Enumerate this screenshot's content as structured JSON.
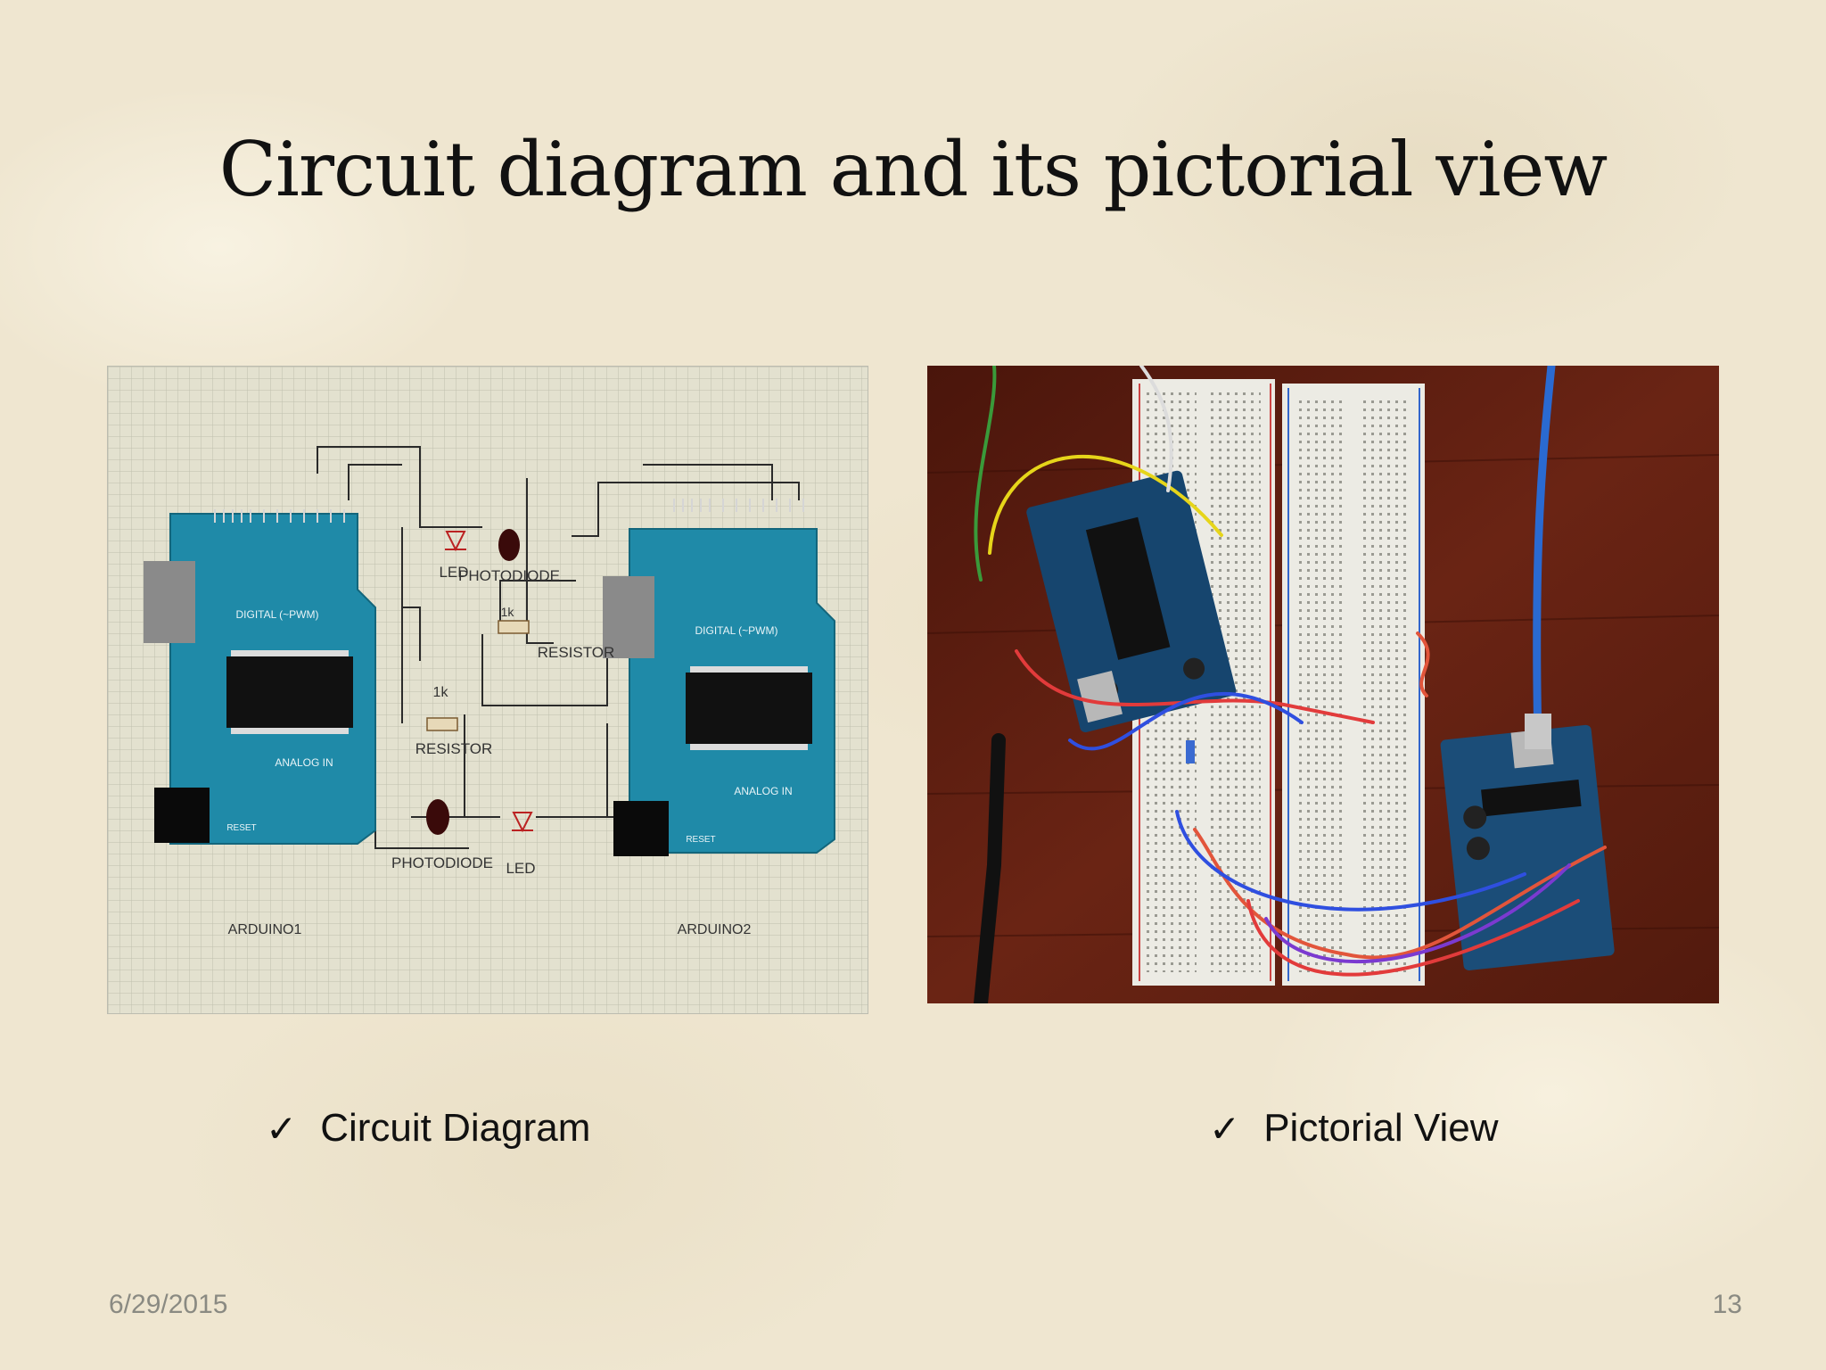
{
  "slide": {
    "title": "Circuit diagram and its pictorial view",
    "date": "6/29/2015",
    "page_number": "13"
  },
  "captions": [
    {
      "check": "✓",
      "text": "Circuit Diagram"
    },
    {
      "check": "✓",
      "text": "Pictorial View"
    }
  ],
  "schematic": {
    "board1": {
      "label": "ARDUINO1",
      "digital": "DIGITAL (~PWM)",
      "analog": "ANALOG IN",
      "reset": "RESET"
    },
    "board2": {
      "label": "ARDUINO2",
      "digital": "DIGITAL (~PWM)",
      "analog": "ANALOG IN",
      "reset": "RESET"
    },
    "components": {
      "led_top": "LED",
      "photodiode_top": "PHOTODIODE",
      "resistor_value_top": "1k",
      "resistor_top": "RESISTOR",
      "resistor_value_mid": "1k",
      "resistor_mid": "RESISTOR",
      "photodiode_bottom": "PHOTODIODE",
      "led_bottom": "LED"
    }
  },
  "colors": {
    "background": "#efe6d0",
    "grid_background": "#e3e1cf",
    "board": "#1f8aa8",
    "photo_table": "#5a1a0e",
    "breadboard": "#ecebe4"
  }
}
